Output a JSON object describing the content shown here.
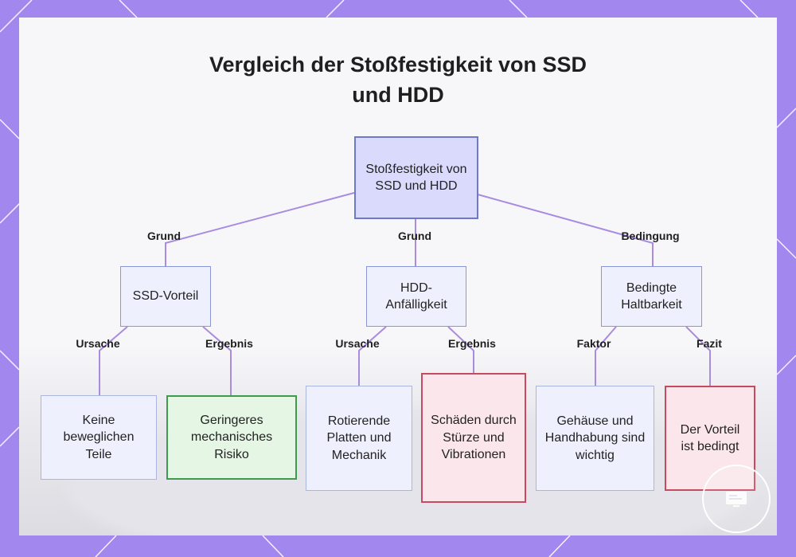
{
  "title": {
    "line1": "Vergleich der Stoßfestigkeit von SSD",
    "line2": "und HDD"
  },
  "root": {
    "label": "Stoßfestigkeit von SSD und HDD"
  },
  "level1": [
    {
      "label": "SSD-Vorteil",
      "edge": "Grund"
    },
    {
      "label": "HDD-Anfälligkeit",
      "edge": "Grund"
    },
    {
      "label": "Bedingte Haltbarkeit",
      "edge": "Bedingung"
    }
  ],
  "level2": [
    {
      "label": "Keine beweglichen Teile",
      "edge": "Ursache"
    },
    {
      "label": "Geringeres mechanisches Risiko",
      "edge": "Ergebnis"
    },
    {
      "label": "Rotierende Platten und Mechanik",
      "edge": "Ursache"
    },
    {
      "label": "Schäden durch Stürze und Vibrationen",
      "edge": "Ergebnis"
    },
    {
      "label": "Gehäuse und Handhabung sind wichtig",
      "edge": "Faktor"
    },
    {
      "label": "Der Vorteil ist bedingt",
      "edge": "Fazit"
    }
  ],
  "colors": {
    "frame": "#a187ee",
    "edge": "#a98be0",
    "root_fill": "#d9dafc",
    "positive_fill": "#e5f6e4",
    "negative_fill": "#fbe7eb"
  },
  "icons": {
    "badge": "slides-logo-icon"
  }
}
